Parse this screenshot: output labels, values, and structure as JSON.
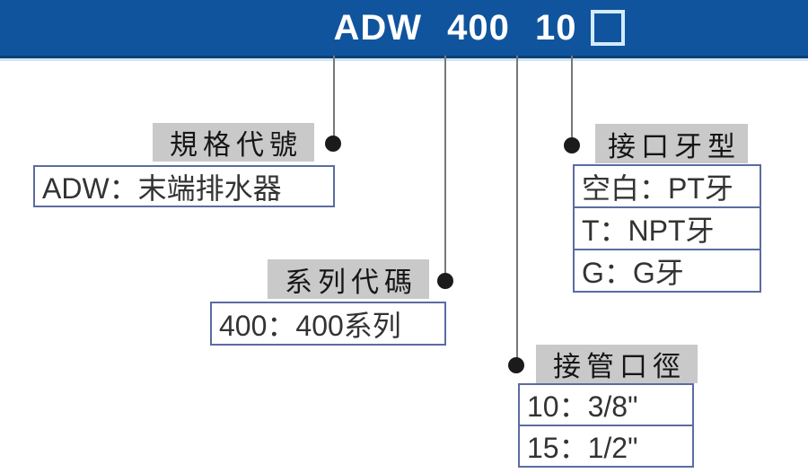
{
  "banner": {
    "code": "ADW 400 10",
    "placeholder_symbol": "outlined-square"
  },
  "groups": [
    {
      "label": "規格代號",
      "rows": [
        "ADW：末端排水器"
      ]
    },
    {
      "label": "系列代碼",
      "rows": [
        "400：400系列"
      ]
    },
    {
      "label": "接口牙型",
      "rows": [
        "空白：PT牙",
        "T：NPT牙",
        "G：G牙"
      ]
    },
    {
      "label": "接管口徑",
      "rows": [
        "10：3/8\"",
        "15：1/2\""
      ]
    }
  ],
  "colors": {
    "banner_bg": "#10549e",
    "banner_text": "#ffffff",
    "banner_square_border": "#d3ecfa",
    "banner_edge": "#0c4076",
    "banner_underline": "#d5e5f3",
    "label_bg": "#c9c9c9",
    "box_border": "#5b6ba3",
    "box_text": "#333333",
    "connector_line": "#787878",
    "connector_dot": "#1b1b1b"
  }
}
